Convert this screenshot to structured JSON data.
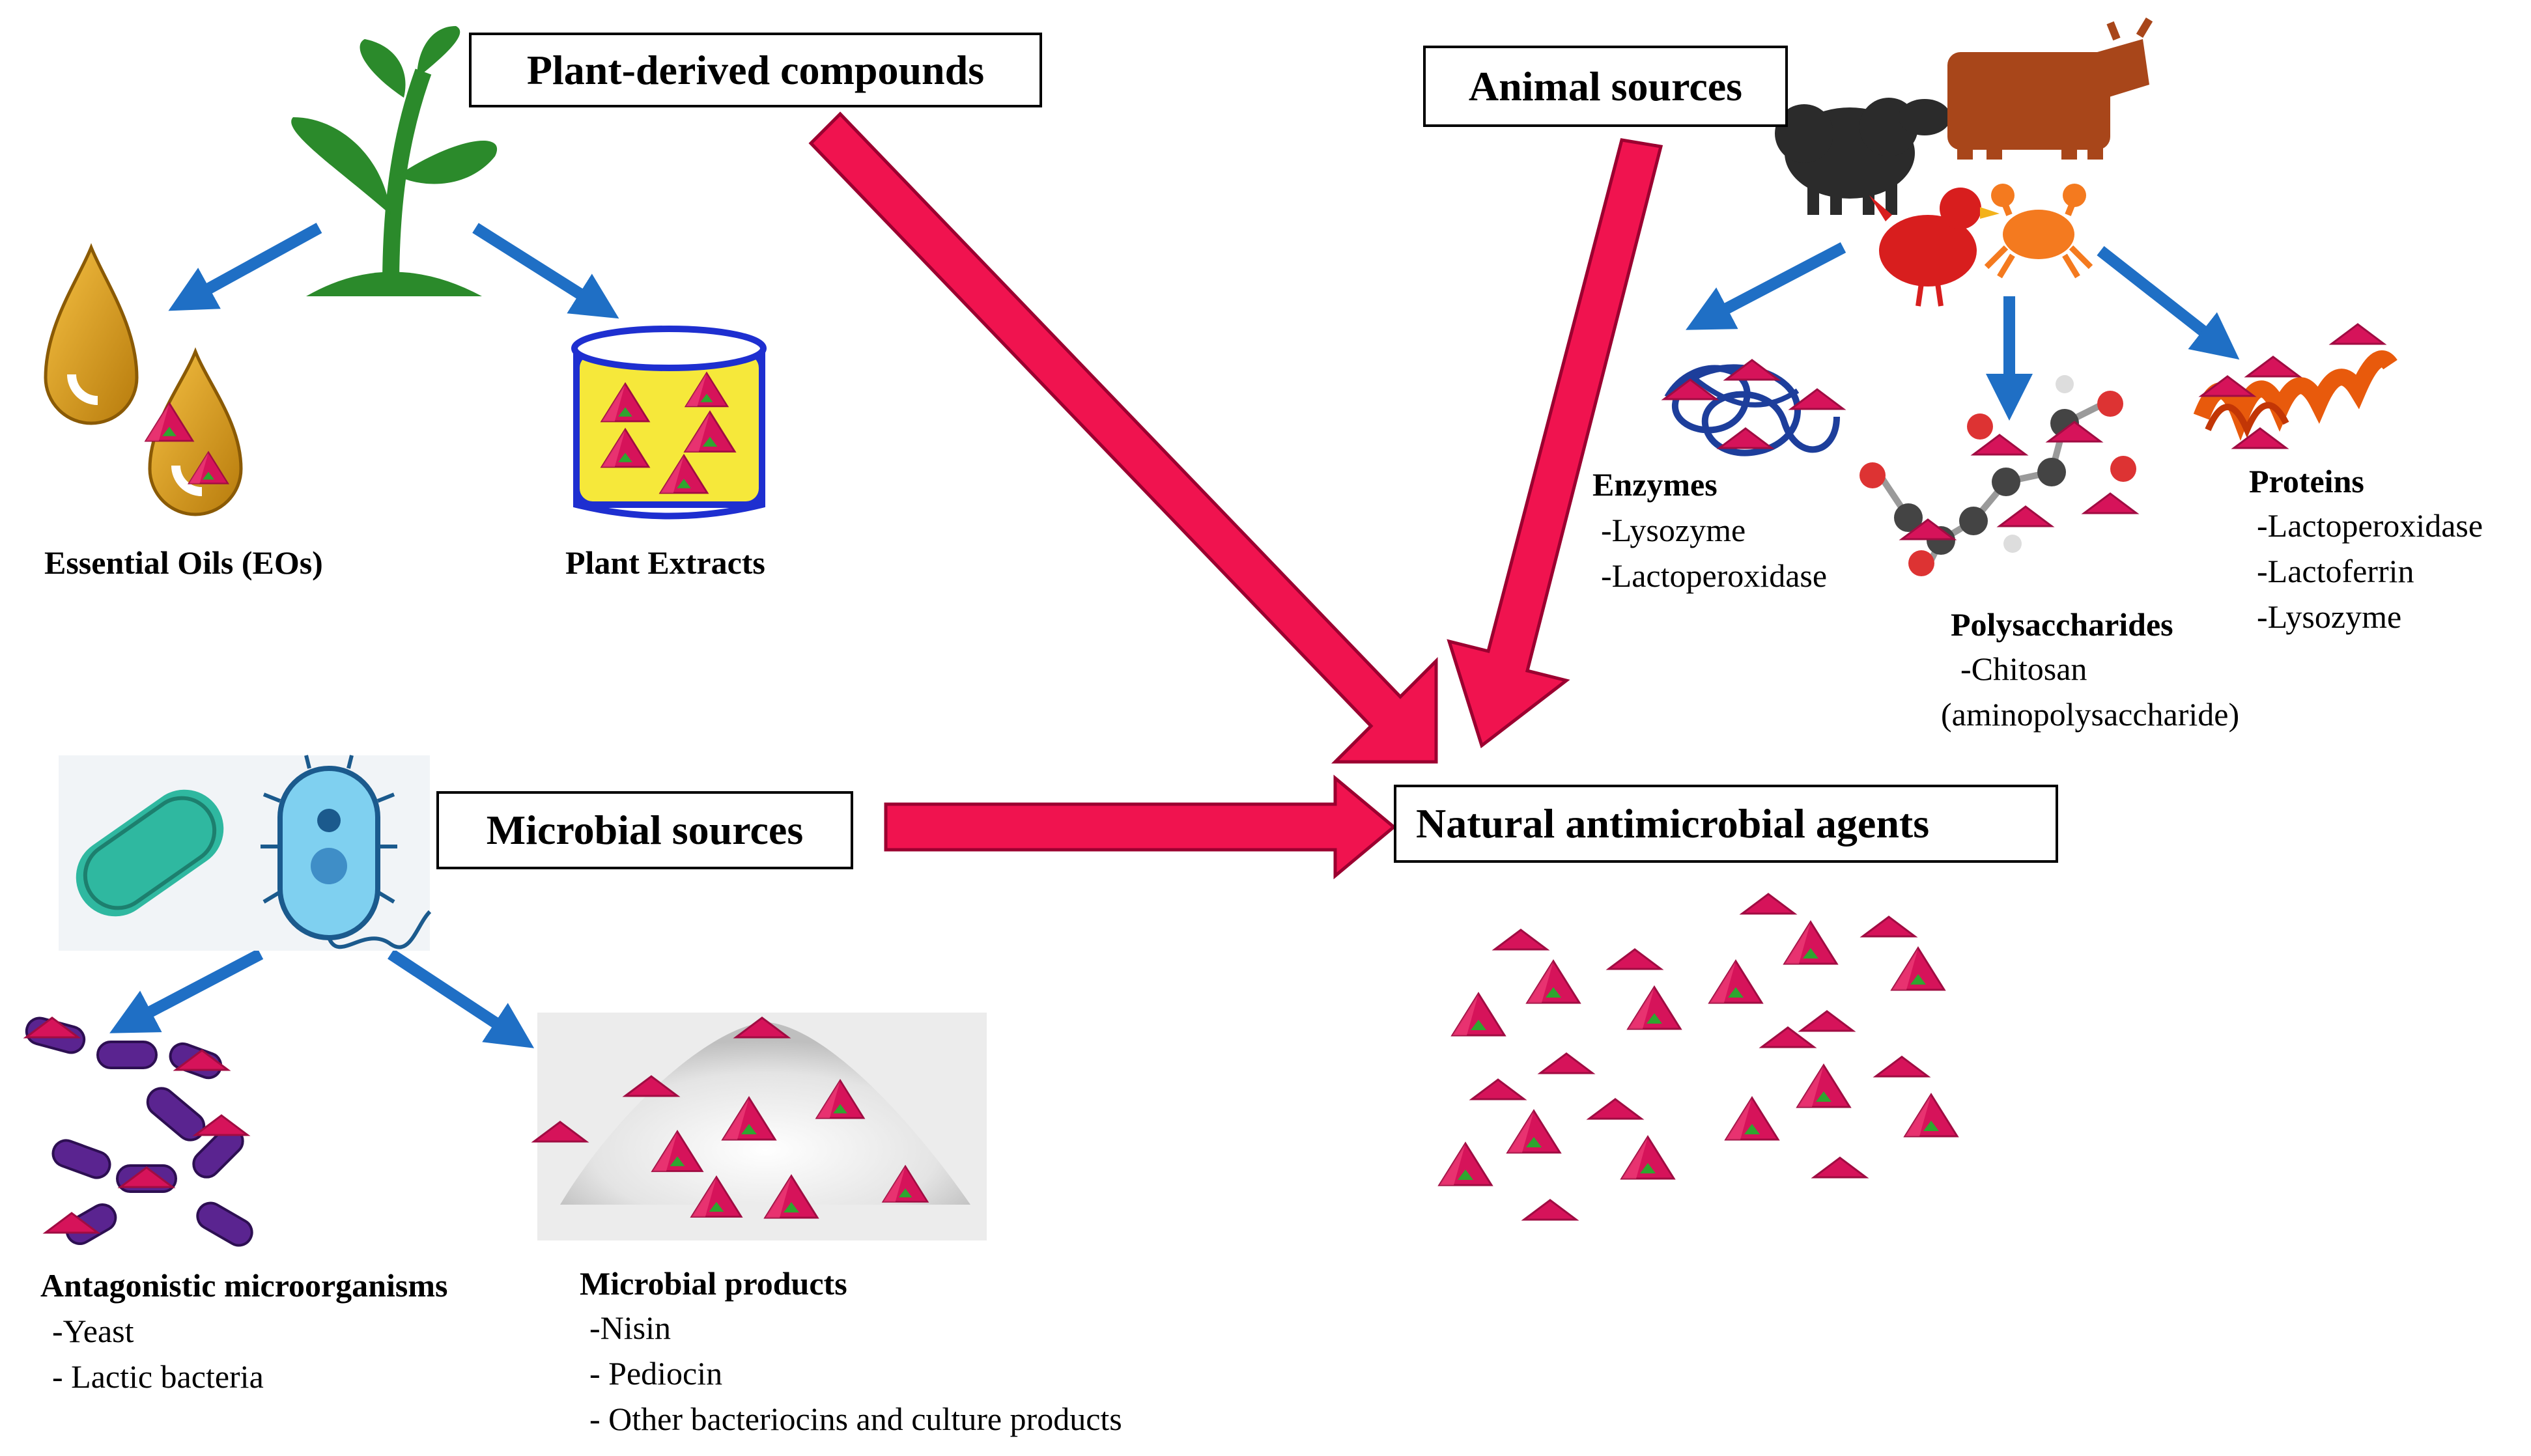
{
  "boxes": {
    "plant": "Plant-derived compounds",
    "animal": "Animal sources",
    "microbial": "Microbial sources",
    "natural": "Natural antimicrobial agents"
  },
  "plant": {
    "eos": "Essential Oils (EOs)",
    "extracts": "Plant Extracts"
  },
  "animal": {
    "enzymes": {
      "title": "Enzymes",
      "items": [
        "-Lysozyme",
        "-Lactoperoxidase"
      ]
    },
    "polysaccharides": {
      "title": "Polysaccharides",
      "items": [
        "-Chitosan",
        "(aminopolysaccharide)"
      ]
    },
    "proteins": {
      "title": "Proteins",
      "items": [
        "-Lactoperoxidase",
        "-Lactoferrin",
        "-Lysozyme"
      ]
    }
  },
  "microbial": {
    "antagonistic": {
      "title": "Antagonistic microorganisms",
      "items": [
        "-Yeast",
        "- Lactic bacteria"
      ]
    },
    "products": {
      "title": "Microbial products",
      "items": [
        "-Nisin",
        "- Pediocin",
        "- Other bacteriocins and culture products"
      ]
    }
  },
  "colors": {
    "big_arrow": "#f0134f",
    "blue_arrow": "#1f6fc5",
    "agent": "#d6135a",
    "agent_core": "#2fa52f"
  }
}
